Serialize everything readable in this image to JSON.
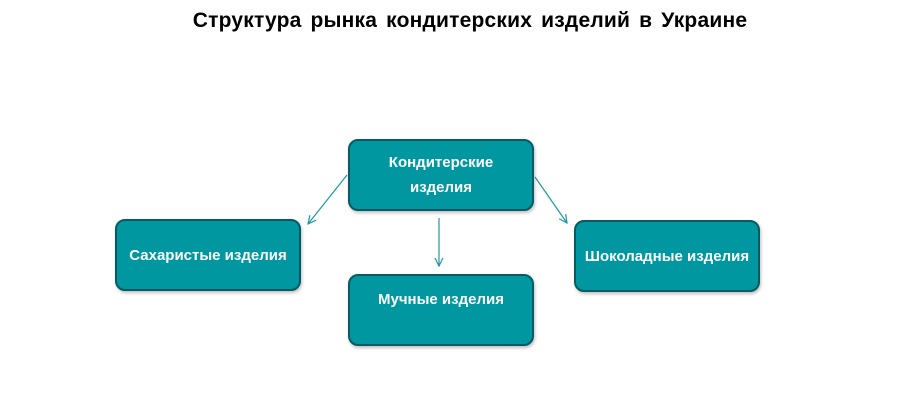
{
  "title": "Структура  рынка кондитерских  изделий  в Украине",
  "nodes": {
    "root": "Кондитерские изделия",
    "sugar": "Сахаристые изделия",
    "flour": "Мучные изделия",
    "chocolate": "Шоколадные изделия"
  },
  "colors": {
    "node_fill": "#0097a0",
    "node_border": "#075a63",
    "connector": "#1a9aa3",
    "title": "#000000",
    "node_text": "#ffffff"
  }
}
